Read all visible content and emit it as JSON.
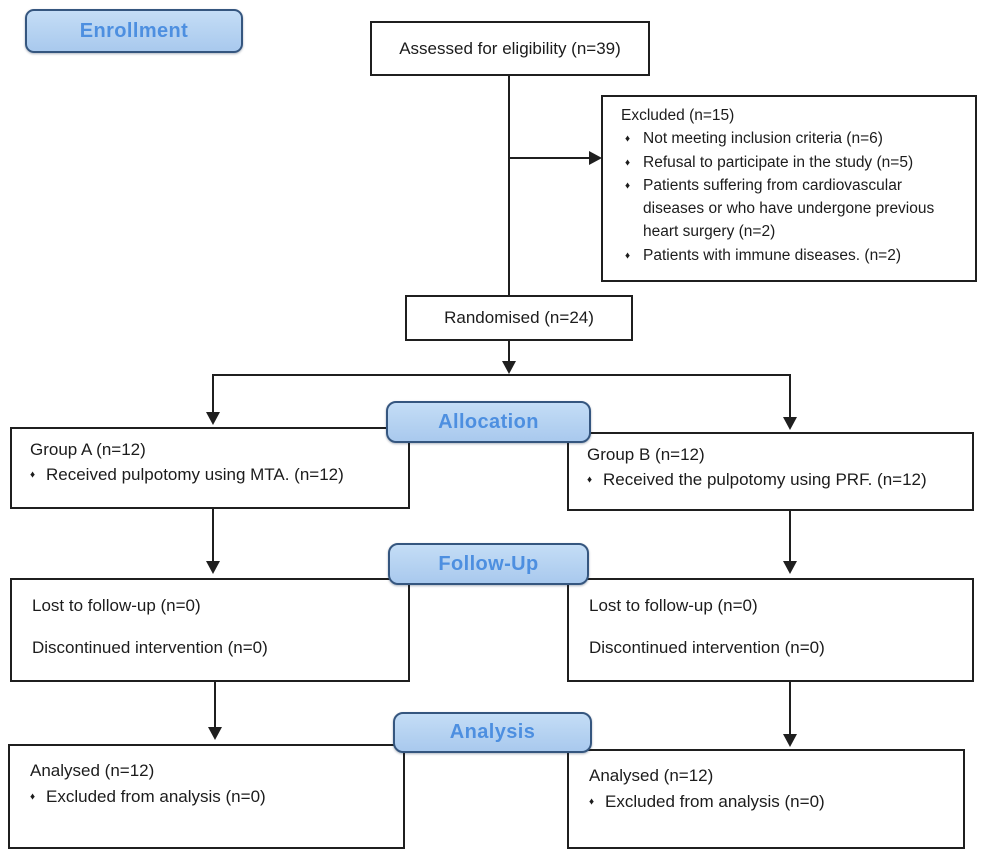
{
  "stages": {
    "enrollment": "Enrollment",
    "allocation": "Allocation",
    "follow_up": "Follow-Up",
    "analysis": "Analysis"
  },
  "icons": {
    "bullet": "♦"
  },
  "colors": {
    "pill_fill": "#b5d2f1",
    "pill_border": "#35567f",
    "pill_text": "#4d8fe0",
    "box_border": "#1f1f1f",
    "line": "#1f1f1f",
    "text": "#1c1c1c"
  },
  "boxes": {
    "assessed": {
      "text": "Assessed for eligibility (n=39)"
    },
    "excluded": {
      "title": "Excluded (n=15)",
      "items": [
        "Not meeting inclusion criteria (n=6)",
        "Refusal to participate in the study (n=5)",
        "Patients suffering from cardiovascular diseases or who have undergone previous heart surgery (n=2)",
        "Patients with immune diseases. (n=2)"
      ]
    },
    "randomised": {
      "text": "Randomised (n=24)"
    },
    "group_a": {
      "title": "Group A (n=12)",
      "items": [
        "Received pulpotomy using MTA. (n=12)"
      ]
    },
    "group_b": {
      "title": "Group B (n=12)",
      "items": [
        "Received the pulpotomy using PRF. (n=12)"
      ]
    },
    "follow_a": {
      "lines": [
        "Lost to follow-up (n=0)",
        "Discontinued intervention (n=0)"
      ]
    },
    "follow_b": {
      "lines": [
        "Lost to follow-up (n=0)",
        "Discontinued intervention (n=0)"
      ]
    },
    "analysis_a": {
      "title": "Analysed (n=12)",
      "items": [
        "Excluded from analysis (n=0)"
      ]
    },
    "analysis_b": {
      "title": "Analysed (n=12)",
      "items": [
        "Excluded from analysis (n=0)"
      ]
    }
  }
}
